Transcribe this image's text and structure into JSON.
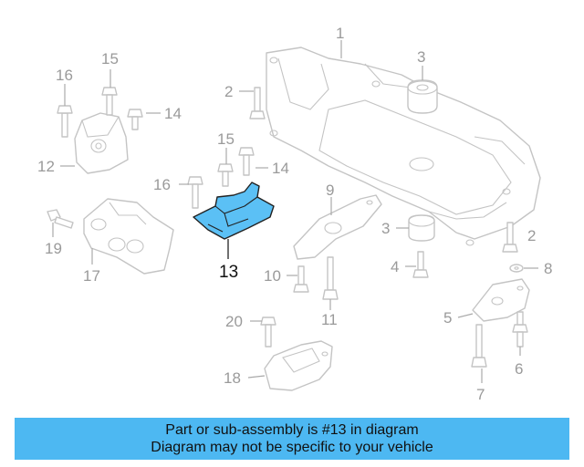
{
  "callouts": [
    "1",
    "2",
    "3",
    "4",
    "5",
    "6",
    "7",
    "8",
    "9",
    "10",
    "11",
    "12",
    "13",
    "14",
    "15",
    "16",
    "17",
    "18",
    "19",
    "20"
  ],
  "highlighted_part": "13",
  "banner": {
    "line1": "Part or sub-assembly is #13 in diagram",
    "line2": "Diagram may not be specific to your vehicle"
  },
  "colors": {
    "highlight": "#5bc0f5",
    "banner": "#4db8f2",
    "line_art": "#c4c4c4"
  }
}
